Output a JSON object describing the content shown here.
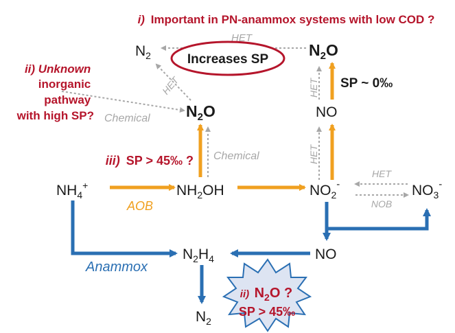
{
  "diagram": {
    "nodes": {
      "nh4": {
        "main": "NH",
        "sub": "4",
        "sup": "+"
      },
      "nh2oh": {
        "pre": "NH",
        "sub": "2",
        "post": "OH"
      },
      "no2": {
        "main": "NO",
        "sub": "2",
        "sup": "-"
      },
      "no3": {
        "main": "NO",
        "sub": "3",
        "sup": "-"
      },
      "n2h4": {
        "pre": "N",
        "sub1": "2",
        "mid": "H",
        "sub2": "4"
      },
      "no_bottom": "NO",
      "n2_bottom": {
        "main": "N",
        "sub": "2"
      },
      "n2_top": {
        "main": "N",
        "sub": "2"
      },
      "n2o_top": {
        "main": "N",
        "sub": "2",
        "post": "O"
      },
      "n2o_middle": {
        "main": "N",
        "sub": "2",
        "post": "O"
      },
      "no_upper": "NO"
    },
    "arrow_labels": {
      "aob": "AOB",
      "anammox": "Anammox",
      "het_top": "HET",
      "het_diag": "HET",
      "het_right_vertical_upper": "HET",
      "het_right_vertical_lower": "HET",
      "het_no3": "HET",
      "nob": "NOB",
      "chemical_left": "Chemical",
      "chemical_mid": "Chemical"
    },
    "annotations": {
      "i_prefix": "i)",
      "i_text": "Important in PN-anammox systems with low COD ?",
      "ii_lines": [
        "ii) Unknown",
        "inorganic",
        "pathway",
        "with high SP?"
      ],
      "iii_prefix": "iii)",
      "iii_text": "SP > 45‰ ?",
      "sp_zero": "SP ~ 0‰",
      "increases_sp": "Increases SP",
      "burst_prefix": "ii)",
      "burst_n": "N",
      "burst_sub": "2",
      "burst_post": "O ?",
      "burst_sp": "SP > 45‰"
    },
    "colors": {
      "orange": "#f0a020",
      "blue": "#2a6fb3",
      "grey": "#a7a7a7",
      "red": "#b5152b",
      "burst_fill": "#dde4f2",
      "burst_stroke": "#2a6fb3"
    }
  }
}
